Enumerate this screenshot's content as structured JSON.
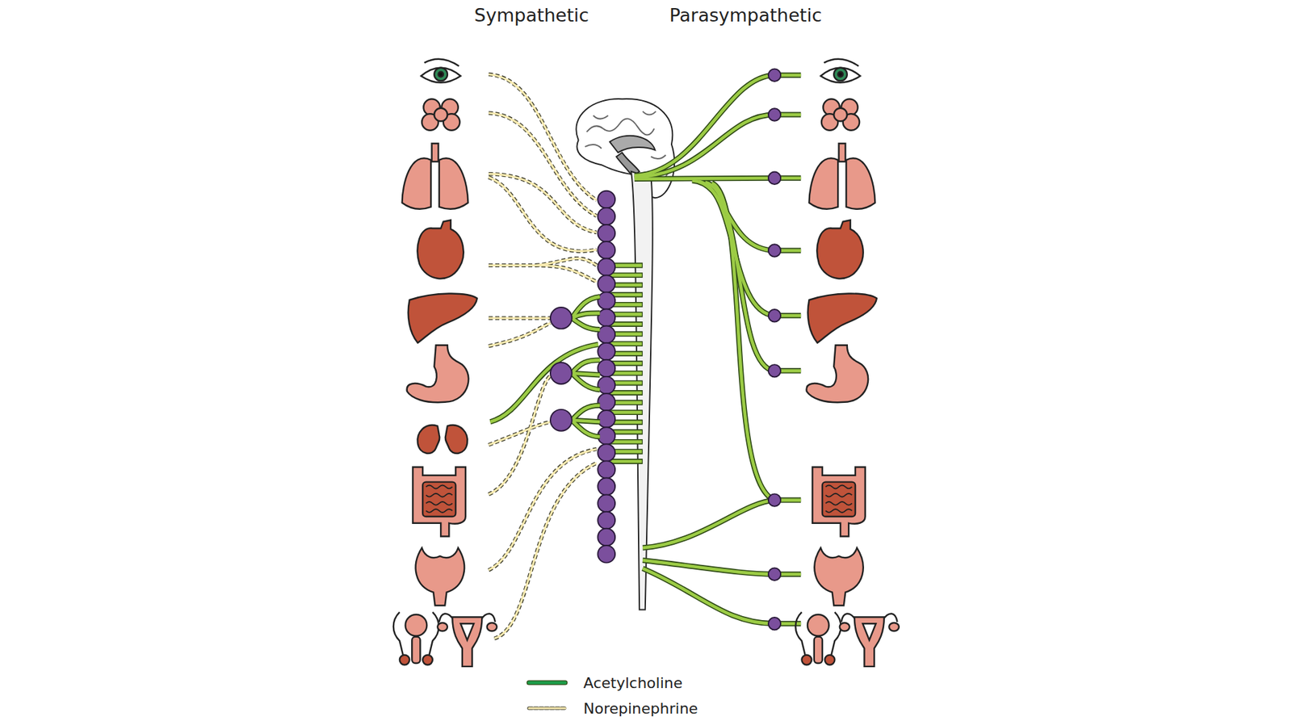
{
  "diagram": {
    "labels": [
      "Sympathetic",
      "Parasympathetic"
    ],
    "legend": [
      {
        "text": "Acetylcholine"
      },
      {
        "text": "Norepinephrine"
      }
    ]
  }
}
